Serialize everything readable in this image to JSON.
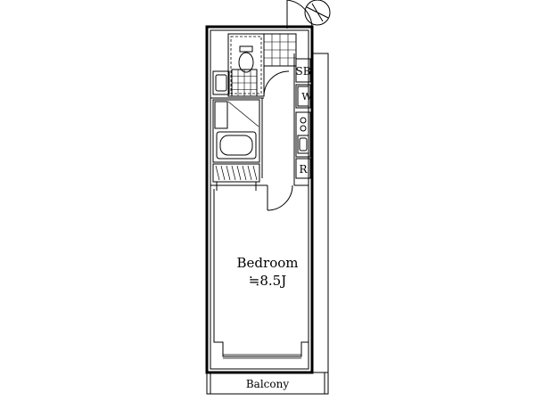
{
  "floorplan": {
    "rooms": {
      "bedroom": {
        "name": "Bedroom",
        "size": "≒8.5J"
      },
      "balcony": {
        "name": "Balcony"
      }
    },
    "fixtures": {
      "shoe_box": "SB",
      "washer": "W",
      "refrigerator": "R"
    }
  }
}
